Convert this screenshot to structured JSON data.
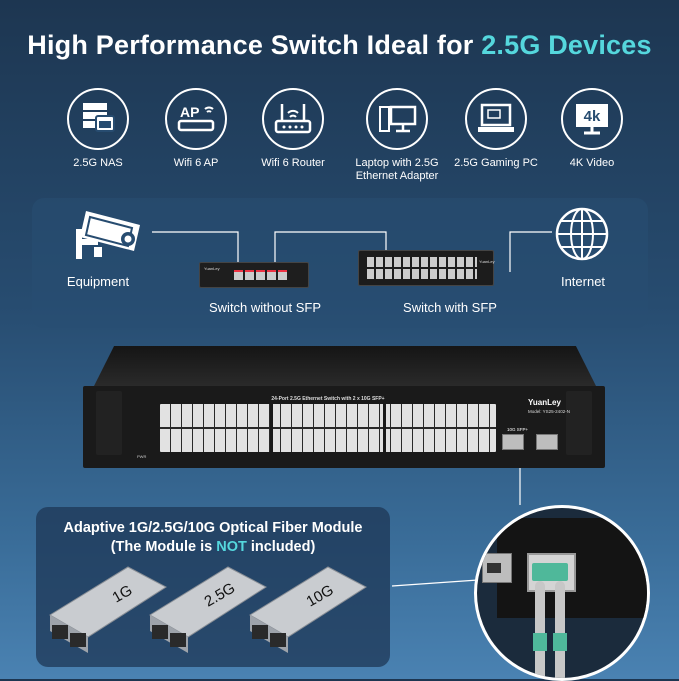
{
  "headline": {
    "main": "High Performance Switch Ideal for ",
    "highlight": "2.5G Devices"
  },
  "devices": [
    {
      "icon": "nas-icon",
      "label": "2.5G NAS"
    },
    {
      "icon": "wifi-ap-icon",
      "label": "Wifi 6 AP",
      "icon_text": "AP"
    },
    {
      "icon": "router-icon",
      "label": "Wifi 6 Router"
    },
    {
      "icon": "laptop-icon",
      "label": "Laptop with 2.5G Ethernet Adapter"
    },
    {
      "icon": "gaming-pc-icon",
      "label": "2.5G Gaming PC"
    },
    {
      "icon": "4k-video-icon",
      "label": "4K Video",
      "icon_text": "4k"
    }
  ],
  "topology": {
    "equipment": "Equipment",
    "switch_without_sfp": "Switch without SFP",
    "switch_with_sfp": "Switch with SFP",
    "internet": "Internet"
  },
  "switch": {
    "title": "24-Port 2.5G Ethernet Switch with 2 x 10G SFP+",
    "brand": "YuanLey",
    "model": "Model: YS25-2402-N",
    "sfp_label": "10G SFP+",
    "pwr": "PWR"
  },
  "module_box": {
    "title_line1": "Adaptive 1G/2.5G/10G Optical Fiber Module",
    "title_pre": "(The Module is ",
    "title_not": "NOT",
    "title_post": " included)",
    "modules": [
      "1G",
      "2.5G",
      "10G"
    ]
  },
  "colors": {
    "accent": "#55d7dd",
    "background": "#274c70"
  }
}
